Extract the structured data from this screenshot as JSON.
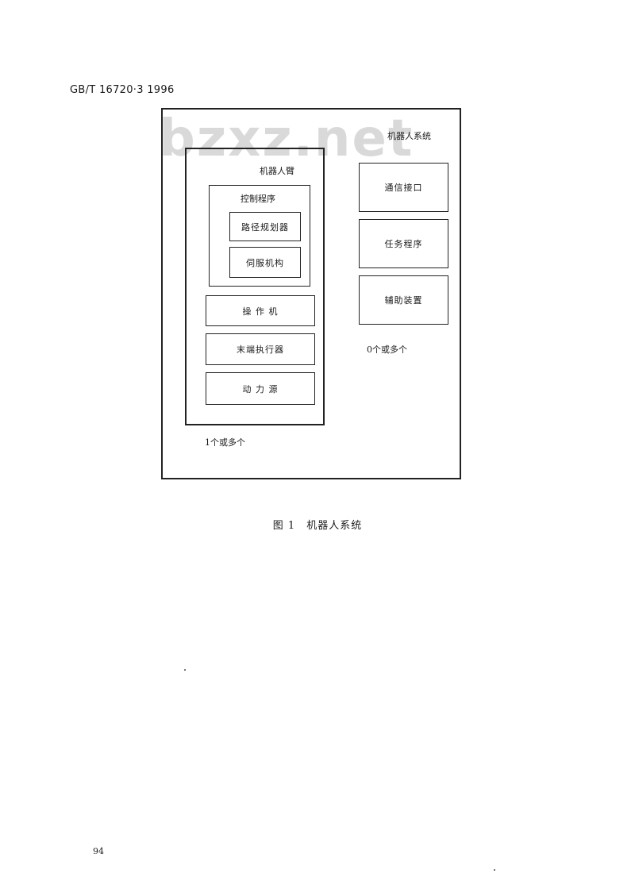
{
  "header": {
    "standard_code": "GB/T 16720·3 1996"
  },
  "watermark": "bzxz.net",
  "figure": {
    "outer_title": "机器人系统",
    "robot_arm": {
      "title": "机器人臂",
      "control_program": {
        "title": "控制程序",
        "items": [
          "路径规划器",
          "伺服机构"
        ]
      },
      "components": [
        "操 作 机",
        "末端执行器",
        "动 力 源"
      ],
      "multiplicity": "1个或多个"
    },
    "peripherals": {
      "items": [
        "通信接口",
        "任务程序",
        "辅助装置"
      ],
      "multiplicity": "0个或多个"
    },
    "caption": "图 1　机器人系统"
  },
  "footer": {
    "page_number": "94"
  }
}
